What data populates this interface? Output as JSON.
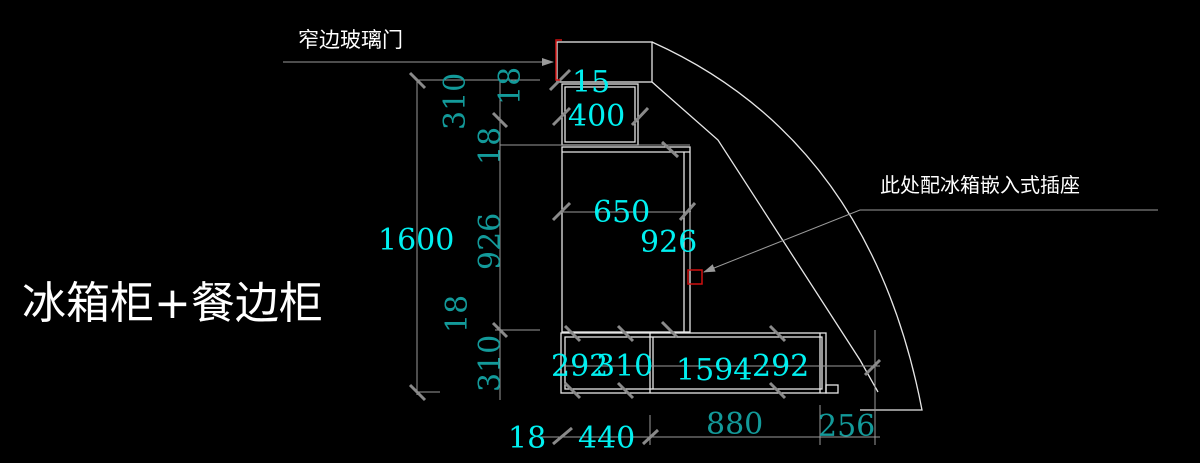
{
  "title": "冰箱柜+餐边柜",
  "annotations": {
    "glass_door": "窄边玻璃门",
    "socket_note": "此处配冰箱嵌入式插座"
  },
  "dimensions": {
    "total_height": "1600",
    "top_gap": "15",
    "upper_cabinet_width": "400",
    "fridge_width": "650",
    "fridge_height_right": "926",
    "left_chain": [
      "310",
      "18",
      "926",
      "18",
      "310"
    ],
    "left_top_18": "18",
    "lower": [
      "292",
      "310",
      "1594",
      "292"
    ],
    "bottom": [
      "18",
      "440",
      "880",
      "256"
    ]
  },
  "colors": {
    "bright": "#00f0f0",
    "teal": "#139a9a",
    "line": "#e6e6e6",
    "marker": "#d01010"
  }
}
